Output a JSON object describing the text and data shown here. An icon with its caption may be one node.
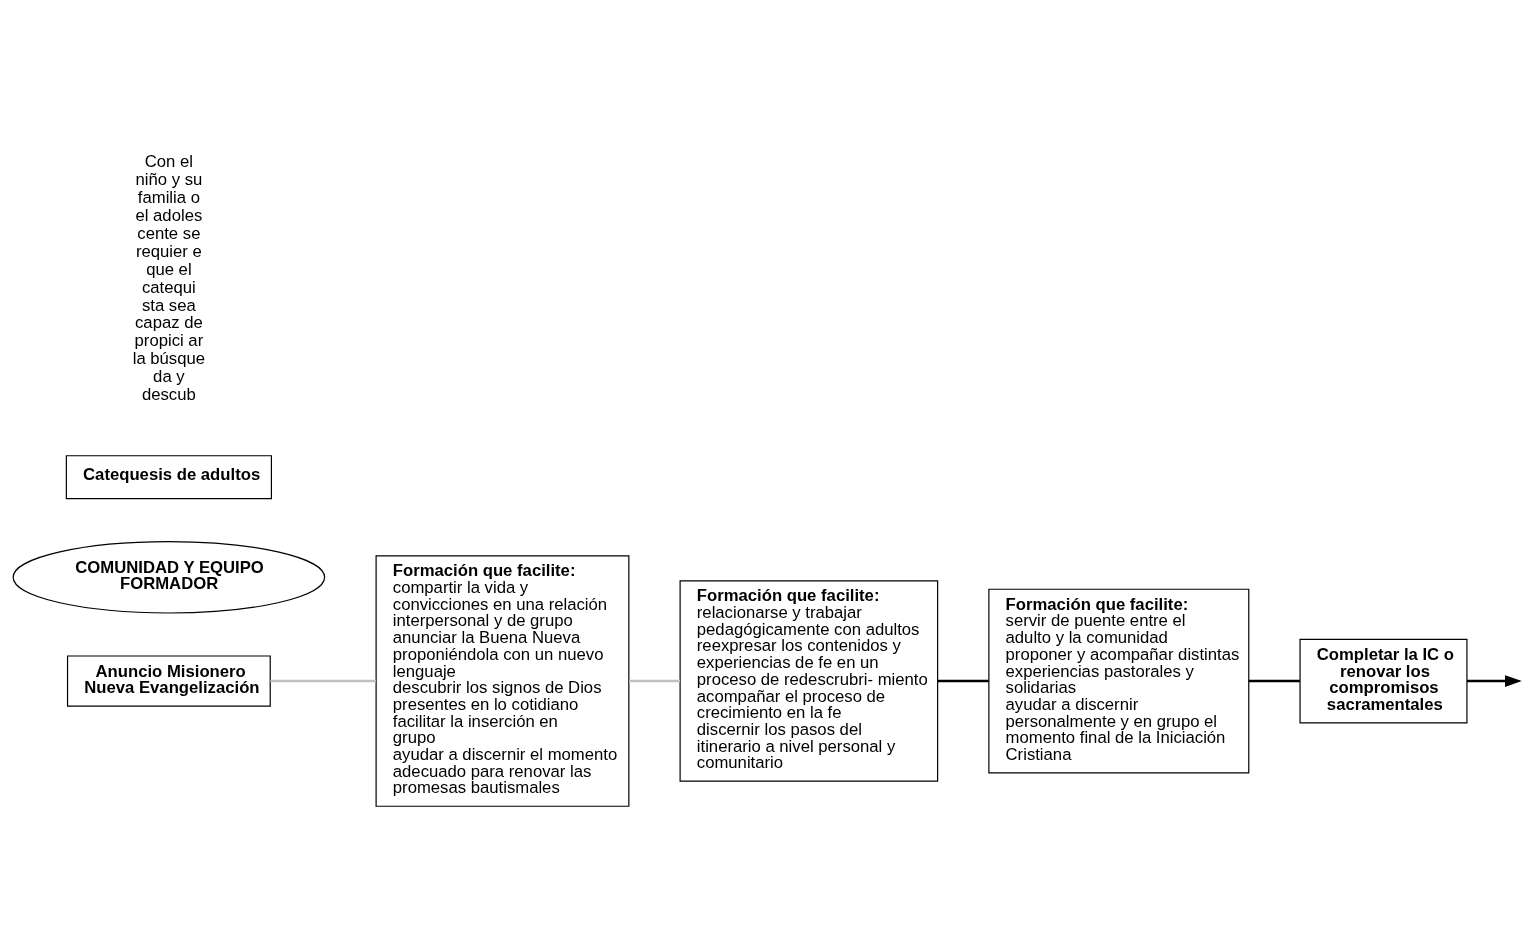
{
  "diagram": {
    "nodes": [
      {
        "text": [
          "Anuncio Misionero Nueva Evangelización"
        ]
      },
      {
        "text": [
          "Formación que facilite:",
          "compartir la vida y convicciones en una relación interpersonal y de grupo",
          "anunciar la Buena Nueva proponiéndola con un nuevo lenguaje",
          "descubrir los signos de Dios presentes en lo cotidiano",
          "facilitar la inserción en grupo",
          "ayudar a discernir el momento adecuado para renovar las promesas bautismales"
        ]
      },
      {
        "text": [
          "COMUNIDAD Y EQUIPO FORMADOR"
        ]
      },
      {
        "text": [
          "Completar la IC o renovar los compromisos sacramentales"
        ]
      },
      {
        "text": [
          "Catequesis de adultos"
        ]
      },
      {
        "text": [
          "Formación que facilite:",
          "relacionarse y trabajar pedagógicamente con adultos",
          "reexpresar los contenidos y experiencias de fe en un proceso de redescrubri- miento",
          "acompañar el proceso de crecimiento en la fe",
          "discernir los pasos del itinerario a nivel personal y comunitario"
        ]
      },
      {
        "text": [
          "Formación que facilite:",
          "servir de puente entre el adulto y la comunidad",
          "proponer y acompañar distintas experiencias pastorales y solidarias",
          "ayudar a discernir personalmente y en grupo el momento final de la Iniciación Cristiana"
        ]
      }
    ],
    "edges": [
      {
        "from": 0,
        "to": 1,
        "arrow": "none",
        "color": "#c0c0c0"
      },
      {
        "from": 1,
        "to": 5,
        "arrow": "none",
        "color": "#c0c0c0"
      },
      {
        "from": 5,
        "to": 6,
        "arrow": "none"
      },
      {
        "from": 6,
        "to": 3,
        "arrow": "none"
      },
      {
        "from": 3,
        "to": null,
        "arrow": "to"
      }
    ],
    "labels": [
      "Con el niño y su familia o el adoles cente se requier e que el catequi sta sea capaz de propici ar la búsque da y descub"
    ]
  }
}
